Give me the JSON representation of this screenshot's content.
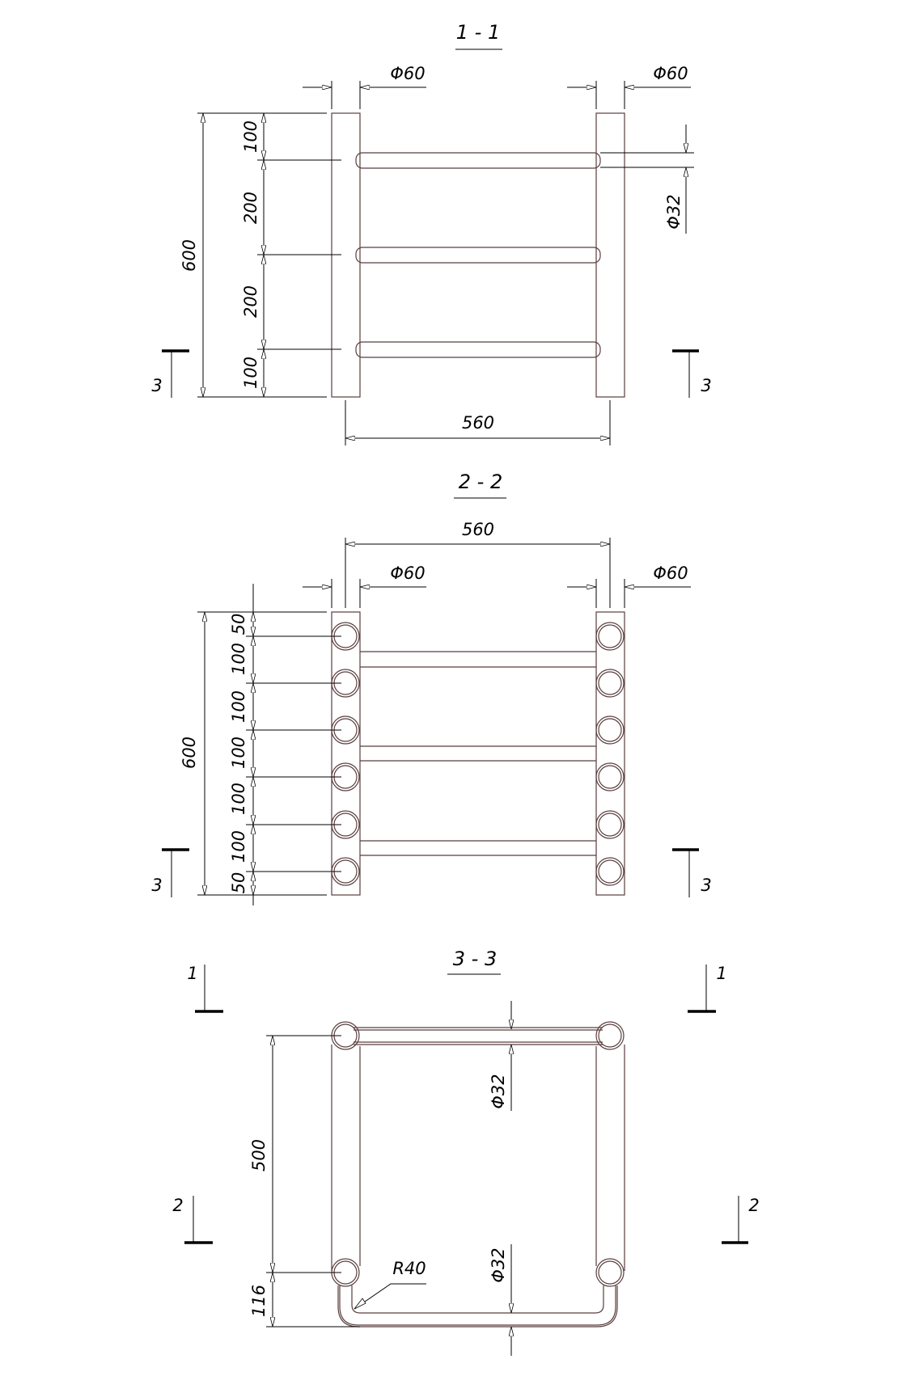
{
  "section_1": {
    "title": "1 - 1",
    "post_dia_left": "Φ60",
    "post_dia_right": "Φ60",
    "rail_dia": "Φ32",
    "total_height": "600",
    "spacing": [
      "100",
      "200",
      "200",
      "100"
    ],
    "width": "560",
    "cut_marks": [
      "3",
      "3"
    ]
  },
  "section_2": {
    "title": "2 - 2",
    "width": "560",
    "post_dia_left": "Φ60",
    "post_dia_right": "Φ60",
    "total_height": "600",
    "spacing": [
      "50",
      "100",
      "100",
      "100",
      "100",
      "100",
      "50"
    ],
    "cut_marks": [
      "3",
      "3"
    ]
  },
  "section_3": {
    "title": "3 - 3",
    "rail_dia_top": "Φ32",
    "rail_dia_bottom": "Φ32",
    "depth": "500",
    "offset": "116",
    "bend_radius": "R40",
    "cut_marks_1": [
      "1",
      "1"
    ],
    "cut_marks_2": [
      "2",
      "2"
    ]
  }
}
